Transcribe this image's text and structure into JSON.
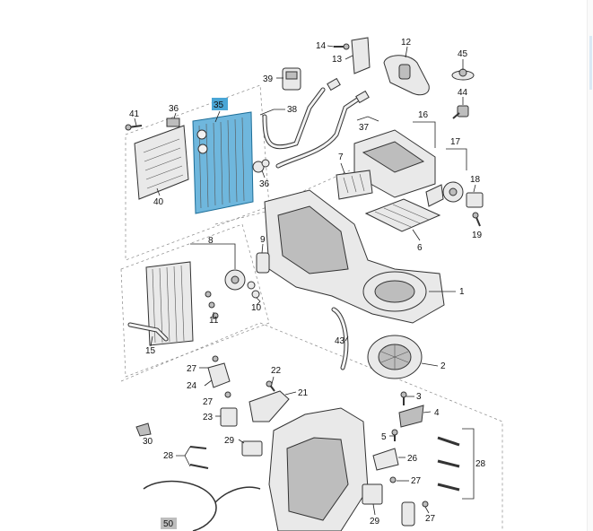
{
  "diagram": {
    "callouts": [
      {
        "id": "c41",
        "text": "41"
      },
      {
        "id": "c36a",
        "text": "36"
      },
      {
        "id": "c35",
        "text": "35"
      },
      {
        "id": "c40",
        "text": "40"
      },
      {
        "id": "c36b",
        "text": "36"
      },
      {
        "id": "c39",
        "text": "39"
      },
      {
        "id": "c38",
        "text": "38"
      },
      {
        "id": "c14",
        "text": "14"
      },
      {
        "id": "c13",
        "text": "13"
      },
      {
        "id": "c12",
        "text": "12"
      },
      {
        "id": "c45",
        "text": "45"
      },
      {
        "id": "c44",
        "text": "44"
      },
      {
        "id": "c37",
        "text": "37"
      },
      {
        "id": "c16",
        "text": "16"
      },
      {
        "id": "c17",
        "text": "17"
      },
      {
        "id": "c7",
        "text": "7"
      },
      {
        "id": "c18",
        "text": "18"
      },
      {
        "id": "c19",
        "text": "19"
      },
      {
        "id": "c6",
        "text": "6"
      },
      {
        "id": "c9",
        "text": "9"
      },
      {
        "id": "c8",
        "text": "8"
      },
      {
        "id": "c1",
        "text": "1"
      },
      {
        "id": "c11",
        "text": "11"
      },
      {
        "id": "c10",
        "text": "10"
      },
      {
        "id": "c15",
        "text": "15"
      },
      {
        "id": "c43",
        "text": "43"
      },
      {
        "id": "c2",
        "text": "2"
      },
      {
        "id": "c27a",
        "text": "27"
      },
      {
        "id": "c22",
        "text": "22"
      },
      {
        "id": "c24",
        "text": "24"
      },
      {
        "id": "c3",
        "text": "3"
      },
      {
        "id": "c27b",
        "text": "27"
      },
      {
        "id": "c21",
        "text": "21"
      },
      {
        "id": "c4",
        "text": "4"
      },
      {
        "id": "c23",
        "text": "23"
      },
      {
        "id": "c30",
        "text": "30"
      },
      {
        "id": "c5",
        "text": "5"
      },
      {
        "id": "c29a",
        "text": "29"
      },
      {
        "id": "c26",
        "text": "26"
      },
      {
        "id": "c28a",
        "text": "28"
      },
      {
        "id": "c28b",
        "text": "28"
      },
      {
        "id": "c27c",
        "text": "27"
      },
      {
        "id": "c29b",
        "text": "29"
      },
      {
        "id": "c27d",
        "text": "27"
      },
      {
        "id": "c50",
        "text": "50"
      }
    ],
    "highlight_color": "#4aa6d6",
    "highlighted_part": "35"
  }
}
